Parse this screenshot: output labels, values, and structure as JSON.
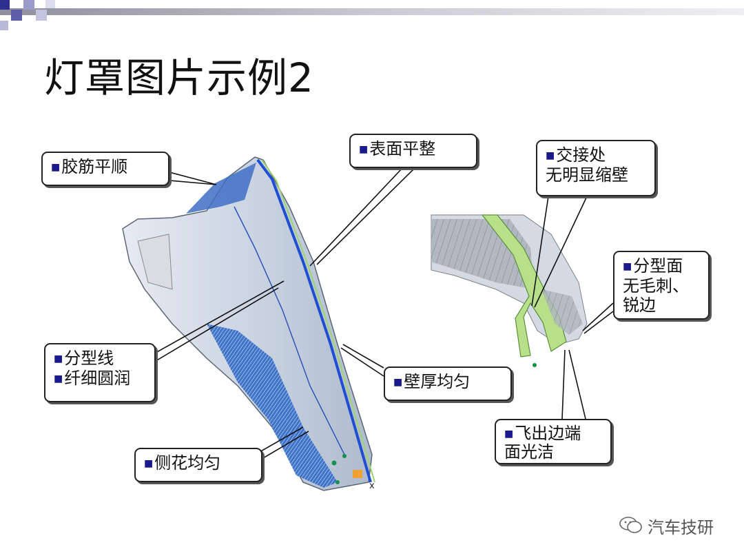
{
  "slide": {
    "title": "灯罩图片示例2",
    "colors": {
      "accent": "#2f2f8f",
      "part_fill": "#cfd8e8",
      "wall_edge": "#1f4fd0",
      "section_green": "#b8e08a"
    }
  },
  "callouts": {
    "rib_smooth": {
      "lines": [
        "胶筋平顺"
      ],
      "bullets": [
        true
      ]
    },
    "surface_flat": {
      "lines": [
        "表面平整"
      ],
      "bullets": [
        true
      ]
    },
    "junction": {
      "lines": [
        "交接处",
        "无明显缩壁"
      ],
      "bullets": [
        true,
        false
      ]
    },
    "parting_line": {
      "lines": [
        "分型线",
        "纤细圆润"
      ],
      "bullets": [
        true,
        true
      ]
    },
    "wall_thickness": {
      "lines": [
        "壁厚均匀"
      ],
      "bullets": [
        true
      ]
    },
    "parting_face": {
      "lines": [
        "分型面",
        "无毛刺、",
        "锐边"
      ],
      "bullets": [
        true,
        false,
        false
      ]
    },
    "side_pattern": {
      "lines": [
        "侧花均匀"
      ],
      "bullets": [
        true
      ]
    },
    "flash_edge": {
      "lines": [
        "飞出边端",
        "面光洁"
      ],
      "bullets": [
        true,
        false
      ]
    }
  },
  "axis_label": "x",
  "watermark": {
    "text": "汽车技研",
    "icon": "wechat-icon"
  }
}
